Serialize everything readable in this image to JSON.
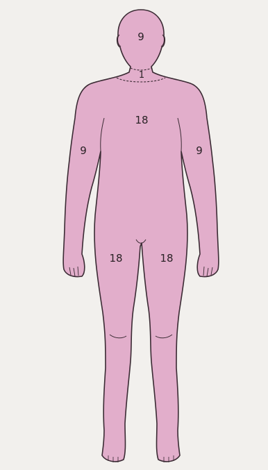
{
  "figure": {
    "colors": {
      "background": "#f2f0ed",
      "body_fill": "#e2aecb",
      "outline": "#3a2a33"
    },
    "labels": {
      "head": "9",
      "neck": "1",
      "trunk": "18",
      "left_arm": "9",
      "right_arm": "9",
      "left_leg": "18",
      "right_leg": "18"
    }
  }
}
